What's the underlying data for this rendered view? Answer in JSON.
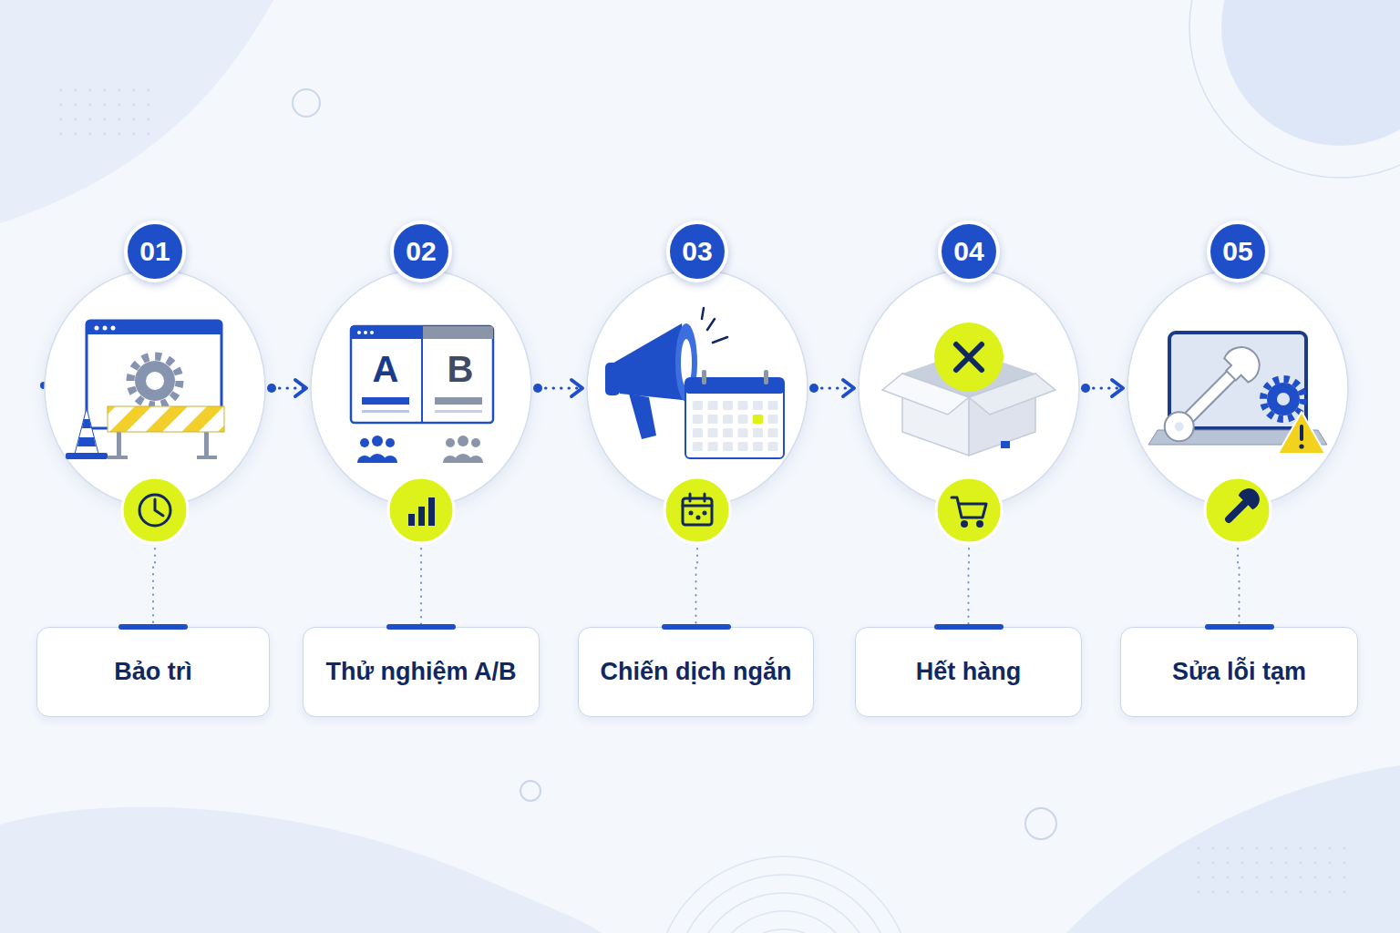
{
  "diagram": {
    "nodes": [
      {
        "text": [
          "01"
        ]
      },
      {
        "text": [
          "Bảo trì"
        ]
      },
      {
        "text": [
          "02"
        ]
      },
      {
        "text": [
          "Thử nghiệm A/B"
        ]
      },
      {
        "text": [
          "03"
        ]
      },
      {
        "text": [
          "Chiến dịch ngắn"
        ]
      },
      {
        "text": [
          "04"
        ]
      },
      {
        "text": [
          "Hết hàng"
        ]
      },
      {
        "text": [
          "05"
        ]
      },
      {
        "text": [
          "Sửa lỗi tạm"
        ]
      }
    ],
    "edges": [
      {
        "from": 0,
        "to": 1,
        "arrow": "none"
      },
      {
        "from": 0,
        "to": 2,
        "arrow": "to"
      },
      {
        "from": 2,
        "to": 3,
        "arrow": "none"
      },
      {
        "from": 2,
        "to": 4,
        "arrow": "to"
      },
      {
        "from": 4,
        "to": 5,
        "arrow": "none"
      },
      {
        "from": 4,
        "to": 6,
        "arrow": "to"
      },
      {
        "from": 6,
        "to": 7,
        "arrow": "none"
      },
      {
        "from": 6,
        "to": 8,
        "arrow": "to"
      },
      {
        "from": 8,
        "to": 9,
        "arrow": "none"
      }
    ],
    "labels": [
      "A",
      "B"
    ]
  }
}
